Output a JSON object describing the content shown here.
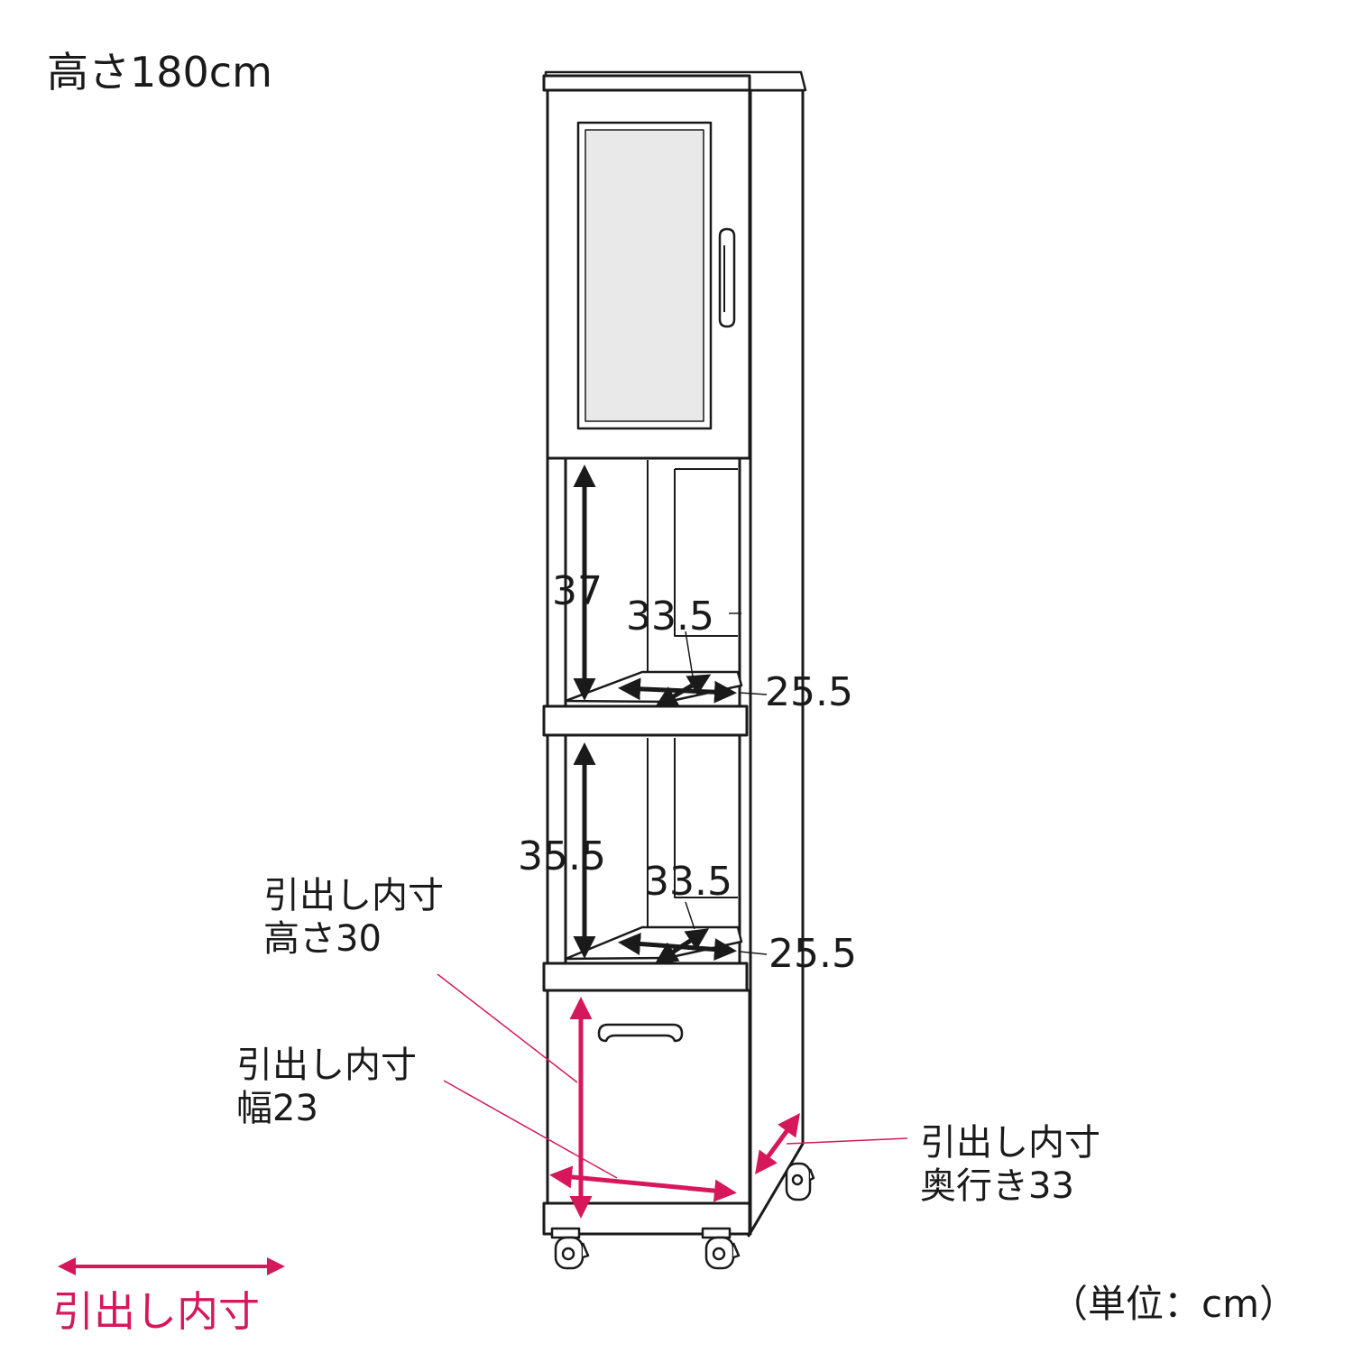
{
  "overall_height": "高さ180cm",
  "shelf_upper": {
    "height": "37",
    "width": "33.5",
    "depth": "25.5"
  },
  "shelf_lower": {
    "height": "35.5",
    "width": "33.5",
    "depth": "25.5"
  },
  "drawer_height": {
    "caption": "引出し内寸",
    "value": "高さ30"
  },
  "drawer_width": {
    "caption": "引出し内寸",
    "value": "幅23"
  },
  "drawer_depth": {
    "caption": "引出し内寸",
    "value": "奥行き33"
  },
  "legend": {
    "label": "引出し内寸"
  },
  "unit_note": "（単位：cm）",
  "colors": {
    "accent": "#d6185a",
    "line": "#1a1a1a",
    "glass": "#e9e9e9"
  }
}
